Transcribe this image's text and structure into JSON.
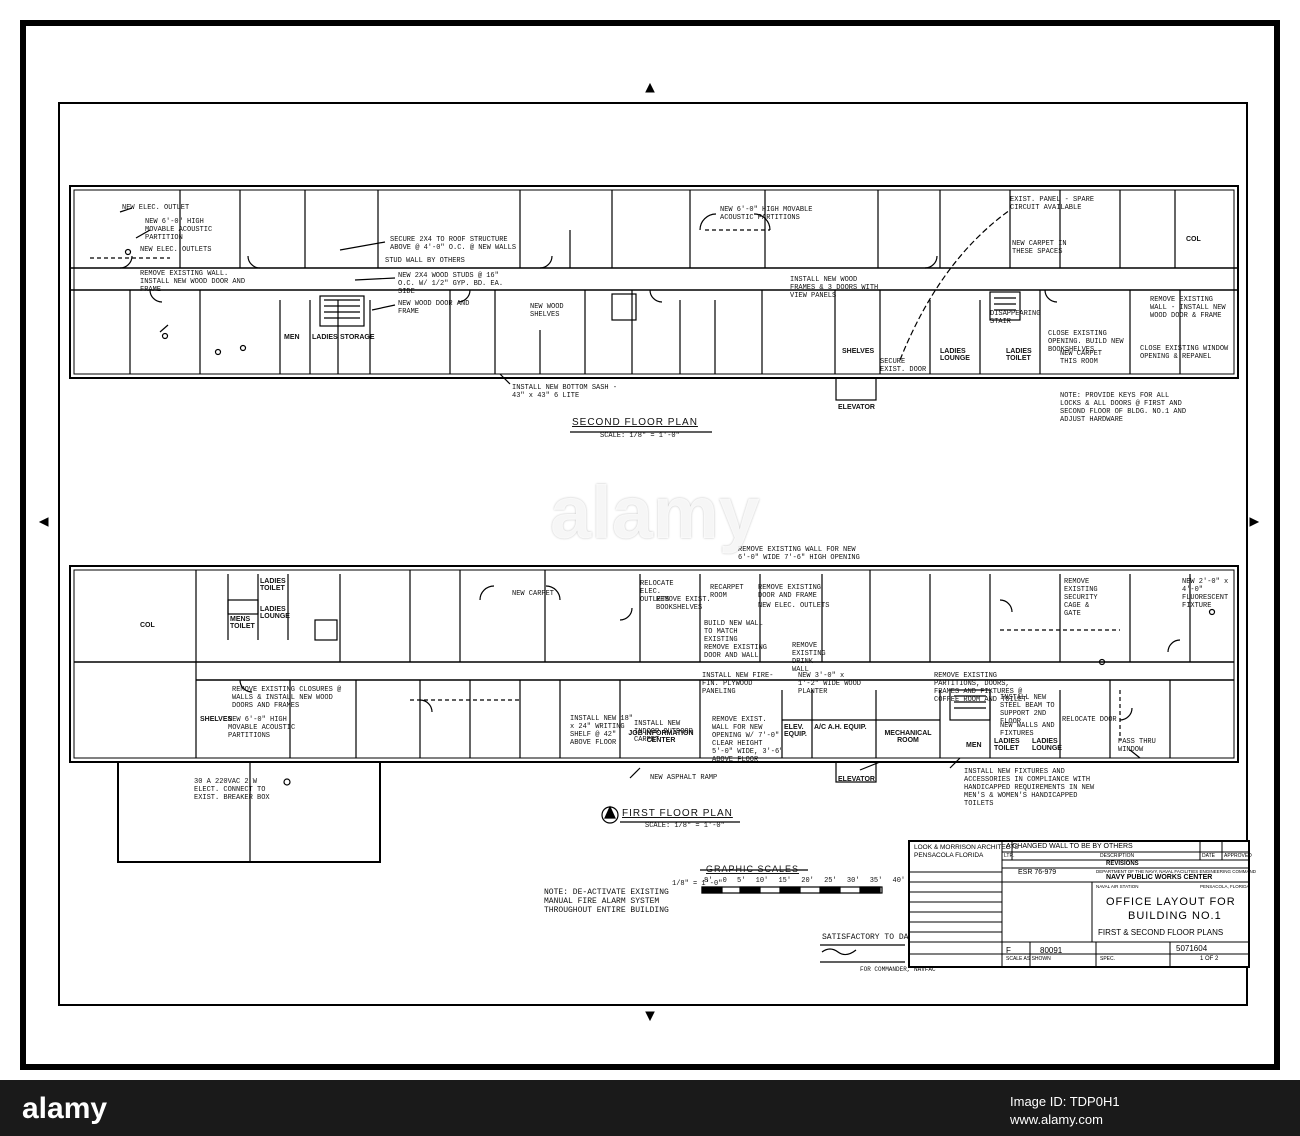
{
  "second_floor": {
    "title": "SECOND FLOOR PLAN",
    "scale": "SCALE: 1/8\" = 1'-0\"",
    "notes": [
      "NEW ELEC. OUTLET",
      "NEW 6'-0\" HIGH MOVABLE ACOUSTIC PARTITION",
      "NEW ELEC. OUTLETS",
      "REMOVE EXISTING WALL. INSTALL NEW WOOD DOOR AND FRAME",
      "SECURE 2X4 TO ROOF STRUCTURE ABOVE @ 4'-0\" O.C. @ NEW WALLS",
      "STUD WALL BY OTHERS",
      "NEW 2X4 WOOD STUDS @ 16\" O.C. W/ 1/2\" GYP. BD. EA. SIDE",
      "NEW WOOD DOOR AND FRAME",
      "NEW WOOD SHELVES",
      "NEW 6'-0\" HIGH MOVABLE ACOUSTIC PARTITIONS",
      "INSTALL NEW WOOD FRAMES & 3 DOORS WITH VIEW PANELS",
      "EXIST. PANEL - SPARE CIRCUIT AVAILABLE",
      "NEW CARPET IN THESE SPACES",
      "DISAPPEARING STAIR",
      "REMOVE EXISTING WALL - INSTALL NEW WOOD DOOR & FRAME",
      "CLOSE EXISTING OPENING. BUILD NEW BOOKSHELVES",
      "NEW CARPET THIS ROOM",
      "CLOSE EXISTING WINDOW OPENING & REPANEL",
      "SECURE EXIST. DOOR",
      "INSTALL NEW BOTTOM SASH - 43\" x 43\" 6 LITE",
      "NOTE: PROVIDE KEYS FOR ALL LOCKS & ALL DOORS @ FIRST AND SECOND FLOOR OF BLDG. NO.1 AND ADJUST HARDWARE"
    ],
    "rooms": [
      "MEN",
      "LADIES",
      "STORAGE",
      "SHELVES",
      "ELEVATOR",
      "LADIES LOUNGE",
      "LADIES TOILET",
      "COL"
    ]
  },
  "first_floor": {
    "title": "FIRST FLOOR PLAN",
    "scale": "SCALE: 1/8\" = 1'-0\"",
    "notes": [
      "REMOVE EXISTING WALL FOR NEW 6'-0\" WIDE 7'-6\" HIGH OPENING",
      "RELOCATE ELEC. OUTLETS",
      "NEW CARPET",
      "REMOVE EXIST. BOOKSHELVES",
      "RECARPET ROOM",
      "REMOVE EXISTING DOOR AND FRAME",
      "NEW ELEC. OUTLETS",
      "BUILD NEW WALL TO MATCH EXISTING",
      "REMOVE EXISTING DOOR AND WALL",
      "REMOVE EXISTING DRINK WALL",
      "INSTALL NEW FIRE-FIN. PLYWOOD PANELING",
      "REMOVE EXISTING CLOSURES @ WALLS & INSTALL NEW WOOD DOORS AND FRAMES",
      "NEW 6'-0\" HIGH MOVABLE ACOUSTIC PARTITIONS",
      "INSTALL NEW 18\" x 24\" WRITING SHELF @ 42\" ABOVE FLOOR",
      "INSTALL NEW INDOOR OUTDOOR CARPET",
      "REMOVE EXIST. WALL FOR NEW OPENING W/ 7'-0\" CLEAR HEIGHT 5'-0\" WIDE, 3'-6\" ABOVE FLOOR",
      "NEW 3'-0\" x 1'-2\" WIDE WOOD PLANTER",
      "REMOVE EXISTING SECURITY CAGE & GATE",
      "REMOVE EXISTING PARTITIONS, DOORS, FRAMES AND FIXTURES @ COFFEE ROOM AND TOILET",
      "INSTALL NEW STEEL BEAM TO SUPPORT 2ND FLOOR",
      "NEW WALLS AND FIXTURES",
      "NEW 2'-0\" x 4'-0\" FLUORESCENT FIXTURE",
      "RELOCATE DOOR",
      "PASS THRU WINDOW",
      "NEW ASPHALT RAMP",
      "30 A 220VAC 2 W ELECT. CONNECT TO EXIST. BREAKER BOX",
      "INSTALL NEW FIXTURES AND ACCESSORIES IN COMPLIANCE WITH HANDICAPPED REQUIREMENTS IN NEW MEN'S & WOMEN'S HANDICAPPED TOILETS"
    ],
    "rooms": [
      "MENS TOILET",
      "LADIES TOILET",
      "LADIES LOUNGE",
      "JOB INFORMATION CENTER",
      "ELEV. EQUIP.",
      "A/C A.H. EQUIP.",
      "MECHANICAL ROOM",
      "MEN",
      "LADIES TOILET",
      "LADIES LOUNGE",
      "ELEVATOR",
      "SHELVES",
      "COL"
    ]
  },
  "general_note": "NOTE: DE-ACTIVATE EXISTING MANUAL FIRE ALARM SYSTEM THROUGHOUT ENTIRE BUILDING",
  "graphic_scales": {
    "title": "GRAPHIC SCALES",
    "ratio": "1/8\" = 1'-0\"",
    "ticks": [
      "8'",
      "0",
      "5'",
      "10'",
      "15'",
      "20'",
      "25'",
      "30'",
      "35'",
      "40'"
    ]
  },
  "architect": {
    "firm": "LOOK & MORRISON ARCHITECTS",
    "city": "PENSACOLA FLORIDA"
  },
  "satisfactory": "SATISFACTORY TO DATE",
  "for_commander": "FOR COMMANDER, NAVFAC",
  "title_block": {
    "revision_row": "A  CHANGED WALL TO BE BY OTHERS",
    "revisions_label": "REVISIONS",
    "ltr": "LTR.",
    "description": "DESCRIPTION",
    "date": "DATE",
    "approved": "APPROVED",
    "dept": "DEPARTMENT OF THE NAVY, NAVAL FACILITIES ENGINEERING COMMAND",
    "agency": "NAVY PUBLIC WORKS CENTER",
    "station": "NAVAL AIR STATION",
    "location": "PENSACOLA, FLORIDA",
    "esr": "ESR 76-979",
    "drawing_title_1": "OFFICE LAYOUT FOR",
    "drawing_title_2": "BUILDING NO.1",
    "drawing_title_3": "FIRST & SECOND FLOOR PLANS",
    "code_ident": "80091",
    "size": "F",
    "navfac_drawing_no": "5071604",
    "sheet": "1 OF 2",
    "scale_label": "SCALE AS SHOWN",
    "spec": "SPEC."
  },
  "watermark": {
    "text": "alamy",
    "image_id_label": "Image ID: TDP0H1",
    "site": "www.alamy.com"
  }
}
